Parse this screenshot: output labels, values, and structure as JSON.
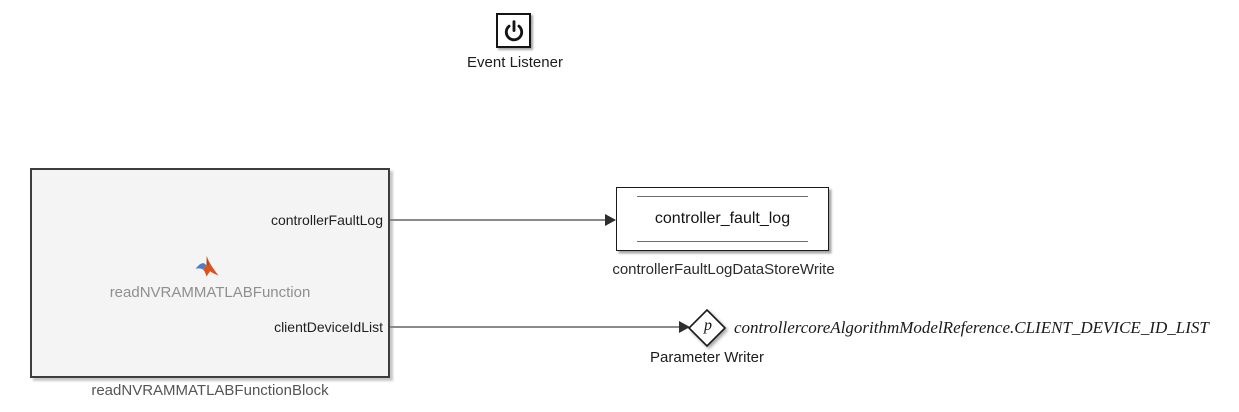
{
  "event_listener": {
    "label": "Event Listener",
    "icon": "power-icon"
  },
  "matlab_function_block": {
    "name": "readNVRAMMATLABFunctionBlock",
    "inner_label": "readNVRAMMATLABFunction",
    "icon": "matlab-logo-icon",
    "ports_out": [
      "controllerFaultLog",
      "clientDeviceIdList"
    ]
  },
  "data_store_write": {
    "content": "controller_fault_log",
    "name": "controllerFaultLogDataStoreWrite"
  },
  "parameter_writer": {
    "symbol": "p",
    "name": "Parameter Writer",
    "parameter_path": "controllercoreAlgorithmModelReference.CLIENT_DEVICE_ID_LIST"
  },
  "colors": {
    "background": "#ffffff",
    "block_fill": "#f4f4f4",
    "block_border": "#3d3d3d",
    "signal_line": "#8a8a8a",
    "matlab_orange": "#d9531e",
    "matlab_blue": "#4f7dbe",
    "muted_label": "#8f8f8f"
  }
}
